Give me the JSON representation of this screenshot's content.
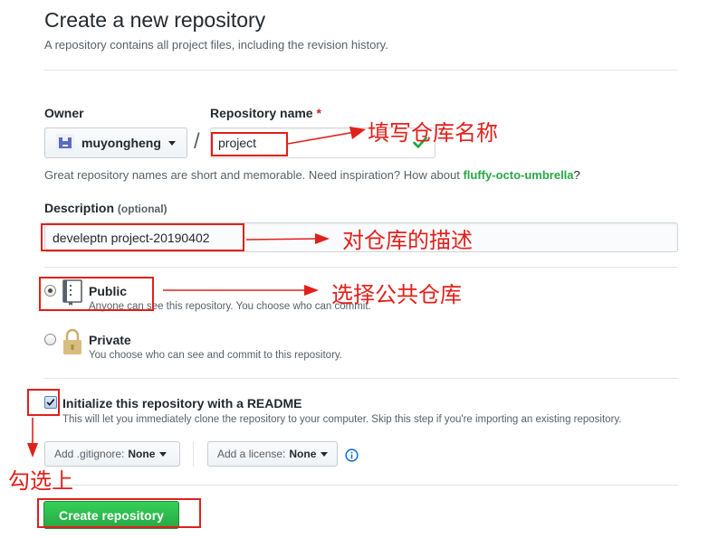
{
  "header": {
    "title": "Create a new repository",
    "subtitle": "A repository contains all project files, including the revision history."
  },
  "owner": {
    "label": "Owner",
    "value": "muyongheng"
  },
  "repo": {
    "label": "Repository name",
    "required_mark": "*",
    "value": "project",
    "hint_prefix": "Great repository names are short and memorable. Need inspiration? How about ",
    "suggestion": "fluffy-octo-umbrella",
    "hint_suffix": "?"
  },
  "description": {
    "label": "Description",
    "optional": "(optional)",
    "value": "develeptn project-20190402"
  },
  "visibility": {
    "public": {
      "title": "Public",
      "note": "Anyone can see this repository. You choose who can commit.",
      "selected": true
    },
    "private": {
      "title": "Private",
      "note": "You choose who can see and commit to this repository.",
      "selected": false
    }
  },
  "init": {
    "label": "Initialize this repository with a README",
    "note": "This will let you immediately clone the repository to your computer. Skip this step if you're importing an existing repository.",
    "checked": true
  },
  "gitignore": {
    "label": "Add .gitignore:",
    "value": "None"
  },
  "license": {
    "label": "Add a license:",
    "value": "None"
  },
  "submit": {
    "label": "Create repository"
  },
  "annotations": {
    "repo": "填写仓库名称",
    "desc": "对仓库的描述",
    "public": "选择公共仓库",
    "check": "勾选上"
  },
  "colors": {
    "accent_green": "#28a745",
    "annotation_red": "#e0201b",
    "info_blue": "#0366d6"
  },
  "icons": [
    "user-avatar-icon",
    "check-icon",
    "book-repo-icon",
    "lock-icon",
    "info-icon",
    "caret-down-icon"
  ]
}
